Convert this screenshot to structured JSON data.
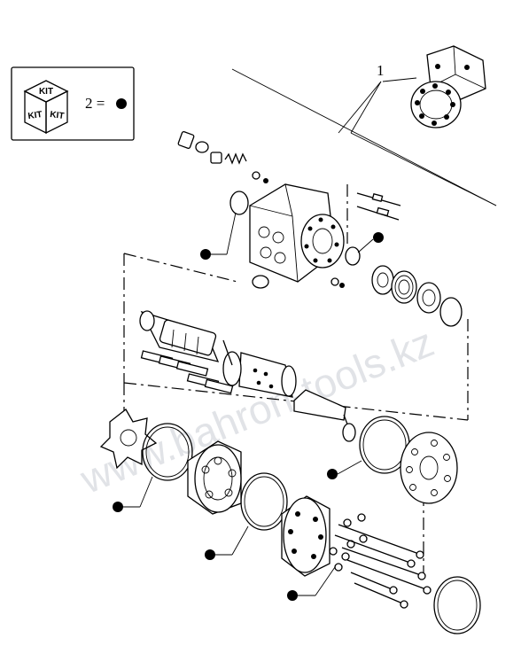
{
  "legend": {
    "kit_text_top": "KIT",
    "kit_text_left": "KIT",
    "kit_text_right": "KIT",
    "equation": "2 ="
  },
  "callouts": {
    "assembly_number": "1"
  },
  "watermark": "www.bahron-tools.kz",
  "colors": {
    "line": "#000000",
    "watermark": "#c9cdd4",
    "background": "#ffffff"
  }
}
